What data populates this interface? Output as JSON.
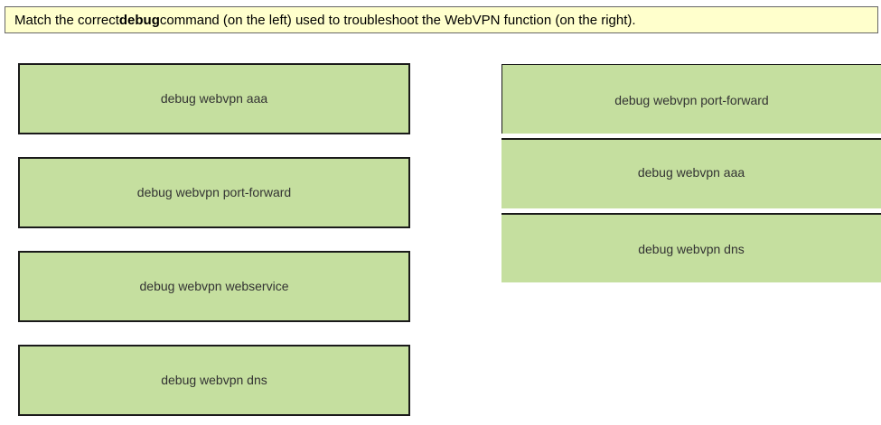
{
  "instruction": {
    "prefix": "Match the correct ",
    "bold": "debug",
    "suffix": " command (on the left) used to troubleshoot the WebVPN function (on the right)."
  },
  "commands": [
    "debug webvpn aaa",
    "debug webvpn port-forward",
    "debug webvpn webservice",
    "debug webvpn dns"
  ],
  "functions": [
    "debug webvpn port-forward",
    "debug webvpn aaa",
    "debug webvpn dns"
  ]
}
